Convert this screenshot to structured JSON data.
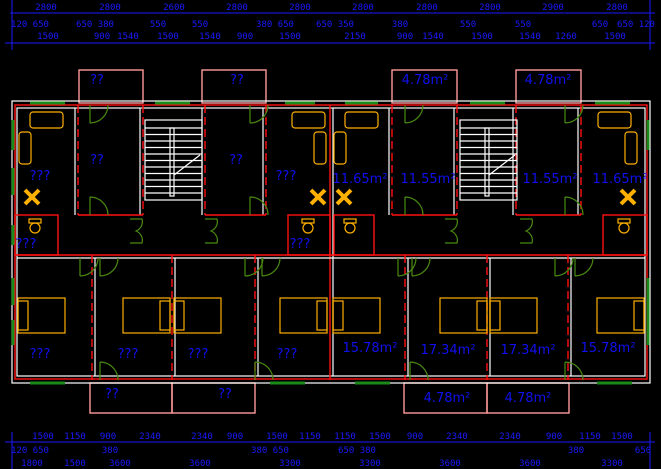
{
  "drawing": {
    "top_overall": [
      "2800",
      "2800",
      "2600",
      "2800",
      "2800",
      "2800",
      "2800",
      "2800",
      "2900",
      "2800"
    ],
    "top_detail": [
      "120 650",
      "1500",
      "650 380",
      "900",
      "1540",
      "550",
      "1500",
      "550",
      "1540",
      "900",
      "380 650",
      "1500",
      "650 350",
      "2150",
      "380",
      "900",
      "1540",
      "550",
      "1500",
      "550",
      "1540",
      "1260",
      "650",
      "1500",
      "650 120"
    ],
    "bottom_detail": [
      "1500",
      "1150",
      "900",
      "2340",
      "2340",
      "900",
      "1500",
      "1150",
      "1150",
      "1500",
      "900",
      "2340",
      "2340",
      "900",
      "1150",
      "1500"
    ],
    "bottom_sub": [
      "120 650",
      "380",
      "380 650",
      "650 380",
      "380",
      "650"
    ],
    "bottom_overall": [
      "1800",
      "1500",
      "3600",
      "3600",
      "3300",
      "3300",
      "3600",
      "3600",
      "3300"
    ],
    "room_labels": [
      "??",
      "??",
      "4.78m²",
      "4.78m²",
      "???",
      "??",
      "??",
      "???",
      "11.65m²",
      "11.55m²",
      "11.55m²",
      "11.65m²",
      "???",
      "???",
      "???",
      "???",
      "???",
      "???",
      "15.78m²",
      "17.34m²",
      "17.34m²",
      "15.78m²",
      "??",
      "??",
      "4.78m²",
      "4.78m²"
    ]
  }
}
